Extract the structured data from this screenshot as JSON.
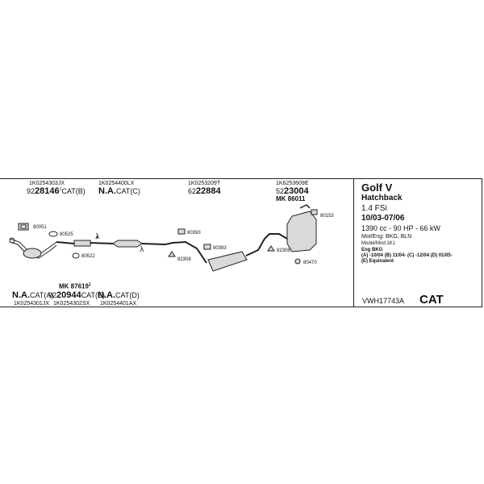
{
  "parts": {
    "top": [
      {
        "code": "1K0254303JX",
        "prefix": "92",
        "num": "28146",
        "suffix": "CAT(B)",
        "sup": "1"
      },
      {
        "code": "1K0254400LX",
        "prefix": "",
        "num": "N.A.",
        "suffix": "CAT(C)",
        "sup": ""
      },
      {
        "code": "1K0253209T",
        "prefix": "62",
        "num": "22884",
        "suffix": "",
        "sup": ""
      },
      {
        "code": "1K6253609E",
        "prefix": "52",
        "num": "23004",
        "suffix": "",
        "sup": ""
      }
    ],
    "mk_top": "MK 86011",
    "bottom": {
      "mk": "MK 87619",
      "mk_sup": "1",
      "items": [
        {
          "num": "N.A.",
          "suffix": "CAT(A)",
          "code": "1K0254301JX",
          "prefix": ""
        },
        {
          "num": "20944",
          "suffix": "CAT(E)",
          "code": "1K0254302SX",
          "prefix": "92"
        },
        {
          "num": "N.A.",
          "suffix": "CAT(D)",
          "code": "1K0254401AX",
          "prefix": ""
        }
      ]
    },
    "labels": [
      "80051",
      "80525",
      "80522",
      "80393",
      "80393",
      "82308",
      "82308",
      "80153",
      "80470"
    ]
  },
  "vehicle": {
    "model": "Golf V",
    "body": "Hatchback",
    "engine": "1.4 FSi",
    "years": "10/03-07/06",
    "power": "1390 cc - 90 HP - 66 kW",
    "mot": "Mot/Eng: BKG, BLN",
    "modelmod": "Model/Mod:1K1",
    "eng": "Eng BKG",
    "variants": "(A) -10/04 (B) 11/04- (C) -12/04 (D) 01/05-",
    "equiv": "(E) Equivalent",
    "ref": "VWH17743A",
    "type": "CAT"
  },
  "colors": {
    "line": "#222222",
    "fill": "#d9d9d9"
  }
}
